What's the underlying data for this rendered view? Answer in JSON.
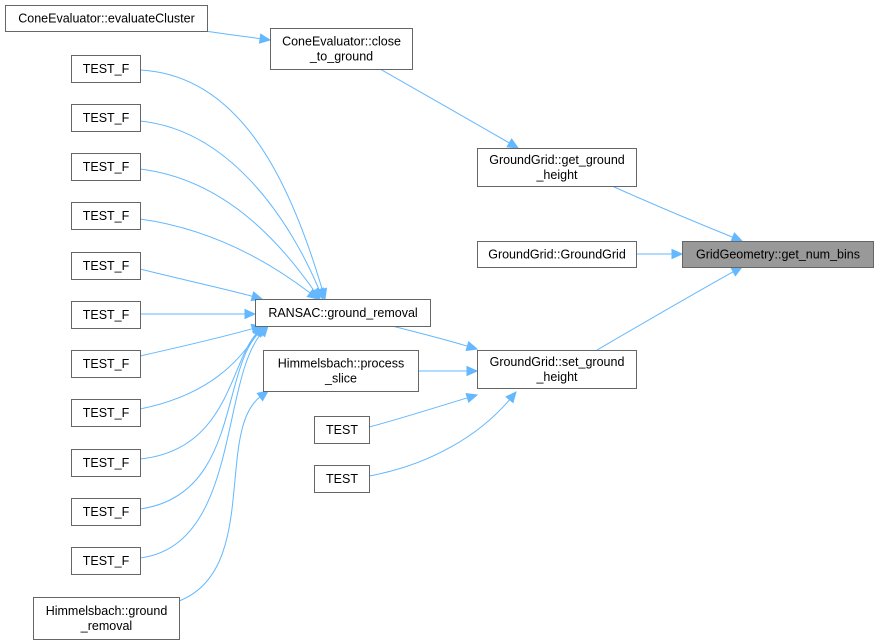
{
  "diagram": {
    "type": "call-graph",
    "focus_node": "GridGeometry::get_num_bins",
    "colors": {
      "edge": "#63b8ff",
      "focus_fill": "#999999",
      "node_border": "#666666"
    },
    "nodes": [
      {
        "id": "n_focus",
        "lines": [
          "GridGeometry::get_num_bins"
        ],
        "focus": true
      },
      {
        "id": "n_get_ground_height",
        "lines": [
          "GroundGrid::get_ground",
          "_height"
        ]
      },
      {
        "id": "n_groundgrid_ctor",
        "lines": [
          "GroundGrid::GroundGrid"
        ]
      },
      {
        "id": "n_set_ground_height",
        "lines": [
          "GroundGrid::set_ground",
          "_height"
        ]
      },
      {
        "id": "n_close_to_ground",
        "lines": [
          "ConeEvaluator::close",
          "_to_ground"
        ]
      },
      {
        "id": "n_evaluate_cluster",
        "lines": [
          "ConeEvaluator::evaluateCluster"
        ]
      },
      {
        "id": "n_ransac",
        "lines": [
          "RANSAC::ground_removal"
        ]
      },
      {
        "id": "n_process_slice",
        "lines": [
          "Himmelsbach::process",
          "_slice"
        ]
      },
      {
        "id": "n_test_1",
        "lines": [
          "TEST"
        ]
      },
      {
        "id": "n_test_2",
        "lines": [
          "TEST"
        ]
      },
      {
        "id": "n_testf_1",
        "lines": [
          "TEST_F"
        ]
      },
      {
        "id": "n_testf_2",
        "lines": [
          "TEST_F"
        ]
      },
      {
        "id": "n_testf_3",
        "lines": [
          "TEST_F"
        ]
      },
      {
        "id": "n_testf_4",
        "lines": [
          "TEST_F"
        ]
      },
      {
        "id": "n_testf_5",
        "lines": [
          "TEST_F"
        ]
      },
      {
        "id": "n_testf_6",
        "lines": [
          "TEST_F"
        ]
      },
      {
        "id": "n_testf_7",
        "lines": [
          "TEST_F"
        ]
      },
      {
        "id": "n_testf_8",
        "lines": [
          "TEST_F"
        ]
      },
      {
        "id": "n_testf_9",
        "lines": [
          "TEST_F"
        ]
      },
      {
        "id": "n_testf_10",
        "lines": [
          "TEST_F"
        ]
      },
      {
        "id": "n_testf_11",
        "lines": [
          "TEST_F"
        ]
      },
      {
        "id": "n_himmelsbach_gr",
        "lines": [
          "Himmelsbach::ground",
          "_removal"
        ]
      }
    ],
    "edges": [
      {
        "from": "n_get_ground_height",
        "to": "n_focus"
      },
      {
        "from": "n_groundgrid_ctor",
        "to": "n_focus"
      },
      {
        "from": "n_set_ground_height",
        "to": "n_focus"
      },
      {
        "from": "n_close_to_ground",
        "to": "n_get_ground_height"
      },
      {
        "from": "n_evaluate_cluster",
        "to": "n_close_to_ground"
      },
      {
        "from": "n_ransac",
        "to": "n_set_ground_height"
      },
      {
        "from": "n_process_slice",
        "to": "n_set_ground_height"
      },
      {
        "from": "n_test_1",
        "to": "n_set_ground_height"
      },
      {
        "from": "n_test_2",
        "to": "n_set_ground_height"
      },
      {
        "from": "n_testf_1",
        "to": "n_ransac"
      },
      {
        "from": "n_testf_2",
        "to": "n_ransac"
      },
      {
        "from": "n_testf_3",
        "to": "n_ransac"
      },
      {
        "from": "n_testf_4",
        "to": "n_ransac"
      },
      {
        "from": "n_testf_5",
        "to": "n_ransac"
      },
      {
        "from": "n_testf_6",
        "to": "n_ransac"
      },
      {
        "from": "n_testf_7",
        "to": "n_ransac"
      },
      {
        "from": "n_testf_8",
        "to": "n_ransac"
      },
      {
        "from": "n_testf_9",
        "to": "n_ransac"
      },
      {
        "from": "n_testf_10",
        "to": "n_ransac"
      },
      {
        "from": "n_testf_11",
        "to": "n_ransac"
      },
      {
        "from": "n_himmelsbach_gr",
        "to": "n_process_slice"
      }
    ]
  }
}
